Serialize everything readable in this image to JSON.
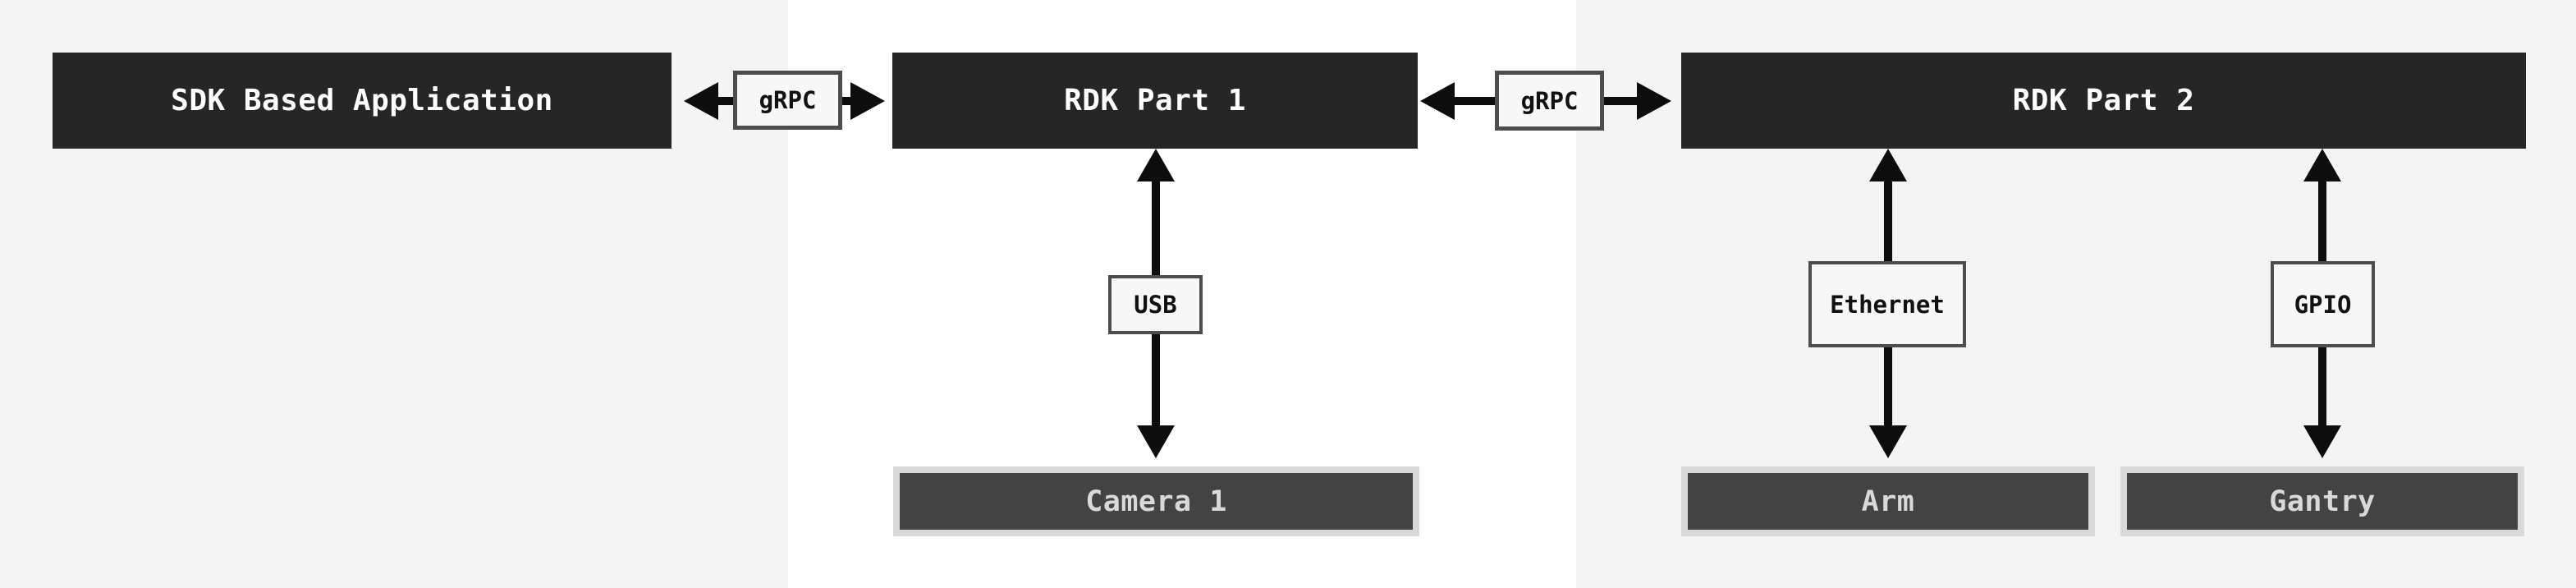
{
  "diagram": {
    "nodes": {
      "sdk_app": {
        "label": "SDK Based Application"
      },
      "rdk_part_1": {
        "label": "RDK Part 1"
      },
      "rdk_part_2": {
        "label": "RDK Part 2"
      },
      "camera_1": {
        "label": "Camera 1"
      },
      "arm": {
        "label": "Arm"
      },
      "gantry": {
        "label": "Gantry"
      }
    },
    "connectors": {
      "grpc_left": {
        "label": "gRPC",
        "type": "bidirectional-horizontal",
        "between": [
          "SDK Based Application",
          "RDK Part 1"
        ]
      },
      "grpc_right": {
        "label": "gRPC",
        "type": "bidirectional-horizontal",
        "between": [
          "RDK Part 1",
          "RDK Part 2"
        ]
      },
      "usb": {
        "label": "USB",
        "type": "bidirectional-vertical",
        "between": [
          "RDK Part 1",
          "Camera 1"
        ]
      },
      "ethernet": {
        "label": "Ethernet",
        "type": "bidirectional-vertical",
        "between": [
          "RDK Part 2",
          "Arm"
        ]
      },
      "gpio": {
        "label": "GPIO",
        "type": "bidirectional-vertical",
        "between": [
          "RDK Part 2",
          "Gantry"
        ]
      }
    },
    "colors": {
      "panel_gray": "#f4f4f4",
      "panel_white": "#ffffff",
      "node_fill": "#262626",
      "node_text": "#ffffff",
      "peripheral_fill": "#434343",
      "peripheral_frame": "#d9d9d9",
      "peripheral_text": "#d9d9d9",
      "connector_fill": "#f7f7f7",
      "connector_border": "#4d4d4d",
      "connector_text": "#111111",
      "arrow": "#0d0d0d"
    }
  }
}
